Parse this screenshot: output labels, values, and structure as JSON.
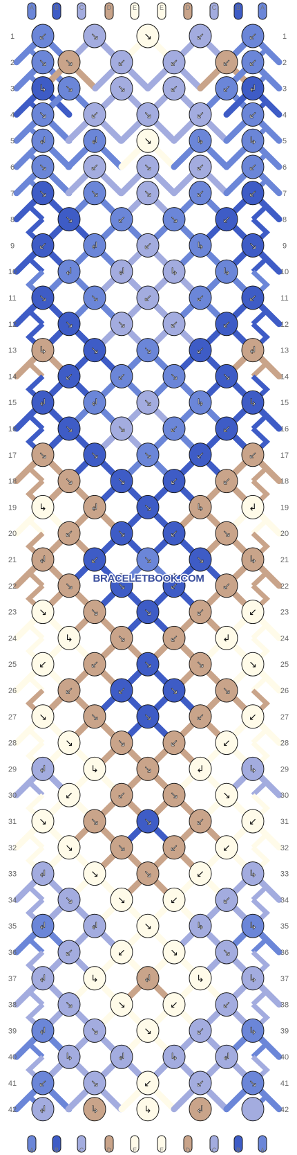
{
  "strings": [
    "A",
    "B",
    "C",
    "D",
    "E",
    "E",
    "D",
    "C",
    "B",
    "A"
  ],
  "colors": {
    "A": "#6b86d8",
    "B": "#3e5cc6",
    "C": "#a3acdf",
    "D": "#c9a48a",
    "E": "#fffbe9"
  },
  "stroke": "#1a1a1a",
  "watermark": "BRACELETBOOK.COM",
  "row_numbers": [
    1,
    2,
    3,
    4,
    5,
    6,
    7,
    8,
    9,
    10,
    11,
    12,
    13,
    14,
    15,
    16,
    17,
    18,
    19,
    20,
    21,
    22,
    23,
    24,
    25,
    26,
    27,
    28,
    29,
    30,
    31,
    32,
    33,
    34,
    35,
    36,
    37,
    38,
    39,
    40,
    41,
    42
  ],
  "knot_rows": [
    [
      "A",
      "C",
      "E",
      "C",
      "A"
    ],
    [
      "A",
      "D",
      "C",
      "C",
      "D",
      "A"
    ],
    [
      "B",
      "A",
      "C",
      "C",
      "A",
      "B"
    ],
    [
      "A",
      "C",
      "C",
      "C",
      "A"
    ],
    [
      "A",
      "A",
      "E",
      "A",
      "A"
    ],
    [
      "A",
      "C",
      "C",
      "C",
      "A"
    ],
    [
      "B",
      "A",
      "C",
      "A",
      "B"
    ],
    [
      "B",
      "A",
      "A",
      "B"
    ],
    [
      "B",
      "A",
      "C",
      "A",
      "B"
    ],
    [
      "A",
      "C",
      "C",
      "A"
    ],
    [
      "B",
      "A",
      "C",
      "A",
      "B"
    ],
    [
      "B",
      "C",
      "C",
      "B"
    ],
    [
      "D",
      "B",
      "A",
      "B",
      "D"
    ],
    [
      "B",
      "A",
      "A",
      "B"
    ],
    [
      "B",
      "A",
      "C",
      "A",
      "B"
    ],
    [
      "B",
      "C",
      "A",
      "B"
    ],
    [
      "D",
      "B",
      "A",
      "B",
      "D"
    ],
    [
      "D",
      "B",
      "B",
      "D"
    ],
    [
      "E",
      "D",
      "B",
      "D",
      "E"
    ],
    [
      "D",
      "B",
      "B",
      "D"
    ],
    [
      "D",
      "B",
      "A",
      "B",
      "D"
    ],
    [
      "D",
      "B",
      "B",
      "D"
    ],
    [
      "E",
      "D",
      "B",
      "D",
      "E"
    ],
    [
      "E",
      "D",
      "D",
      "E"
    ],
    [
      "E",
      "D",
      "B",
      "D",
      "E"
    ],
    [
      "D",
      "B",
      "B",
      "D"
    ],
    [
      "E",
      "D",
      "B",
      "D",
      "E"
    ],
    [
      "E",
      "D",
      "D",
      "E"
    ],
    [
      "C",
      "E",
      "D",
      "E",
      "C"
    ],
    [
      "E",
      "D",
      "D",
      "E"
    ],
    [
      "E",
      "D",
      "B",
      "D",
      "E"
    ],
    [
      "E",
      "D",
      "D",
      "E"
    ],
    [
      "C",
      "E",
      "D",
      "E",
      "C"
    ],
    [
      "C",
      "E",
      "E",
      "C"
    ],
    [
      "A",
      "C",
      "E",
      "C",
      "A"
    ],
    [
      "C",
      "E",
      "E",
      "C"
    ],
    [
      "C",
      "E",
      "D",
      "E",
      "C"
    ],
    [
      "C",
      "E",
      "E",
      "C"
    ],
    [
      "A",
      "C",
      "E",
      "C",
      "A"
    ],
    [
      "C",
      "C",
      "C",
      "C"
    ],
    [
      "A",
      "C",
      "E",
      "C",
      "A"
    ],
    [
      "C",
      "D",
      "E",
      "D",
      "C"
    ]
  ],
  "knot_arrows": [
    [
      "↙",
      "↘",
      "↘",
      "↙",
      "↙"
    ],
    [
      "↘",
      "↘",
      "↙",
      "↙",
      "↙",
      "↙"
    ],
    [
      "↳",
      "↘",
      "↘",
      "↙",
      "↙",
      "↲"
    ],
    [
      "↘",
      "↙",
      "↘",
      "↙",
      "↙"
    ],
    [
      "↲",
      "↲",
      "↘",
      "↳",
      "↳"
    ],
    [
      "↘",
      "↙",
      "↘",
      "↙",
      "↙"
    ],
    [
      "↘",
      "↘",
      "↘",
      "↙",
      "↙"
    ],
    [
      "↘",
      "↙",
      "↘",
      "↙"
    ],
    [
      "↙",
      "↲",
      "↙",
      "↳",
      "↘"
    ],
    [
      "↲",
      "↲",
      "↳",
      "↳"
    ],
    [
      "↘",
      "↘",
      "↙",
      "↙",
      "↙"
    ],
    [
      "↘",
      "↘",
      "↙",
      "↙"
    ],
    [
      "↳",
      "↘",
      "↘",
      "↙",
      "↲"
    ],
    [
      "↙",
      "↙",
      "↘",
      "↘"
    ],
    [
      "↲",
      "↲",
      "↘",
      "↳",
      "↳"
    ],
    [
      "↘",
      "↘",
      "↙",
      "↙"
    ],
    [
      "↘",
      "↘",
      "↘",
      "↙",
      "↙"
    ],
    [
      "↘",
      "↘",
      "↙",
      "↙"
    ],
    [
      "↳",
      "↲",
      "↘",
      "↳",
      "↲"
    ],
    [
      "↙",
      "↘",
      "↙",
      "↘"
    ],
    [
      "↲",
      "↙",
      "↘",
      "↘",
      "↳"
    ],
    [
      "↘",
      "↘",
      "↙",
      "↙"
    ],
    [
      "↘",
      "↘",
      "↘",
      "↙",
      "↙"
    ],
    [
      "↳",
      "↘",
      "↙",
      "↲"
    ],
    [
      "↙",
      "↙",
      "↘",
      "↘",
      "↘"
    ],
    [
      "↙",
      "↙",
      "↘",
      "↘"
    ],
    [
      "↘",
      "↘",
      "↘",
      "↙",
      "↙"
    ],
    [
      "↘",
      "↘",
      "↙",
      "↙"
    ],
    [
      "↲",
      "↳",
      "↘",
      "↲",
      "↳"
    ],
    [
      "↙",
      "↙",
      "↘",
      "↘"
    ],
    [
      "↘",
      "↘",
      "↘",
      "↙",
      "↙"
    ],
    [
      "↘",
      "↘",
      "↙",
      "↙"
    ],
    [
      "↲",
      "↘",
      "↘",
      "↙",
      "↳"
    ],
    [
      "↘",
      "↘",
      "↙",
      "↙"
    ],
    [
      "↲",
      "↲",
      "↘",
      "↳",
      "↳"
    ],
    [
      "↙",
      "↙",
      "↘",
      "↘"
    ],
    [
      "↲",
      "↳",
      "↲",
      "↳",
      "↳"
    ],
    [
      "↘",
      "↘",
      "↙",
      "↙"
    ],
    [
      "↲",
      "↘",
      "↘",
      "↙",
      "↳"
    ],
    [
      "↳",
      "↲",
      "↳",
      "↲"
    ],
    [
      "↙",
      "↘",
      "↙",
      "↙",
      "↘"
    ],
    [
      "↲",
      "↳",
      "↳",
      "↲"
    ]
  ]
}
